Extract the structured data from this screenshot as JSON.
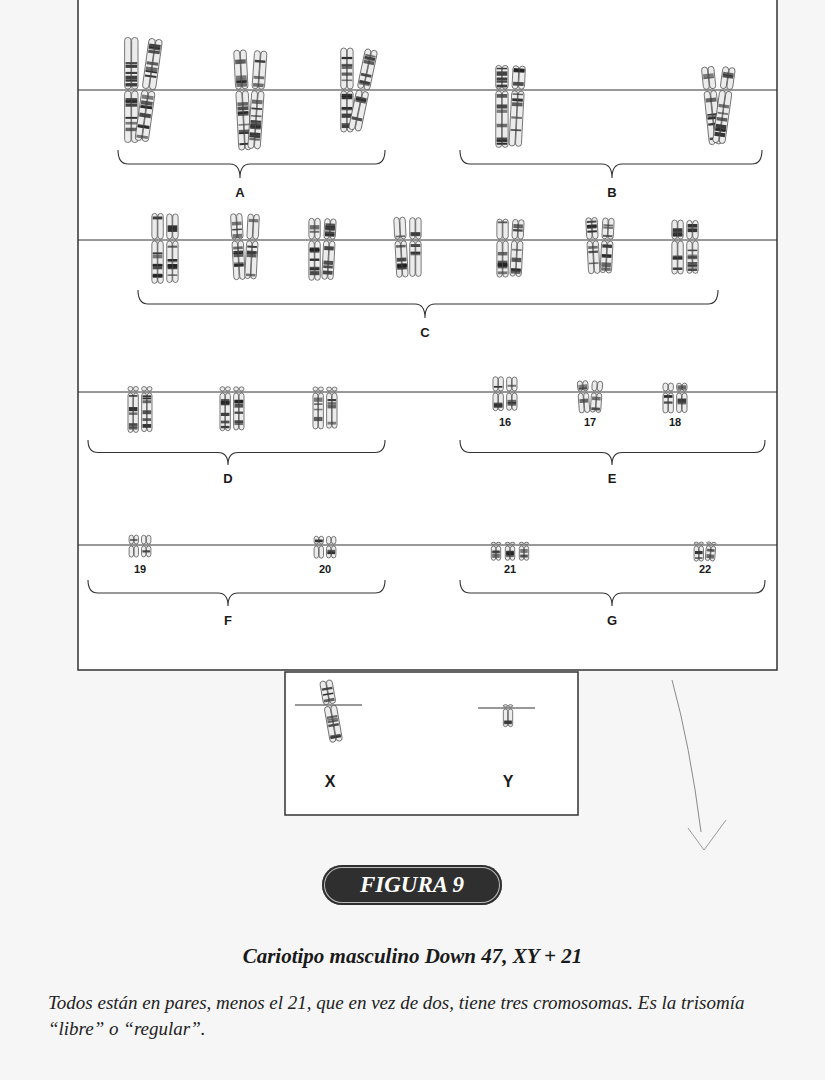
{
  "diagram": {
    "caption": "Cariotipo masculino Down 47, XY + 21",
    "nodes": [
      {
        "text": [
          "FIGURA 9"
        ]
      }
    ],
    "labels": [
      "A",
      "B",
      "C",
      "16",
      "17",
      "18",
      "D",
      "E",
      "19",
      "20",
      "21",
      "22",
      "F",
      "G",
      "X",
      "Y",
      "Todos están en pares, menos el 21, que en vez de dos, tiene tres cromosomas. Es la trisomía “libre” o “regular”."
    ]
  }
}
